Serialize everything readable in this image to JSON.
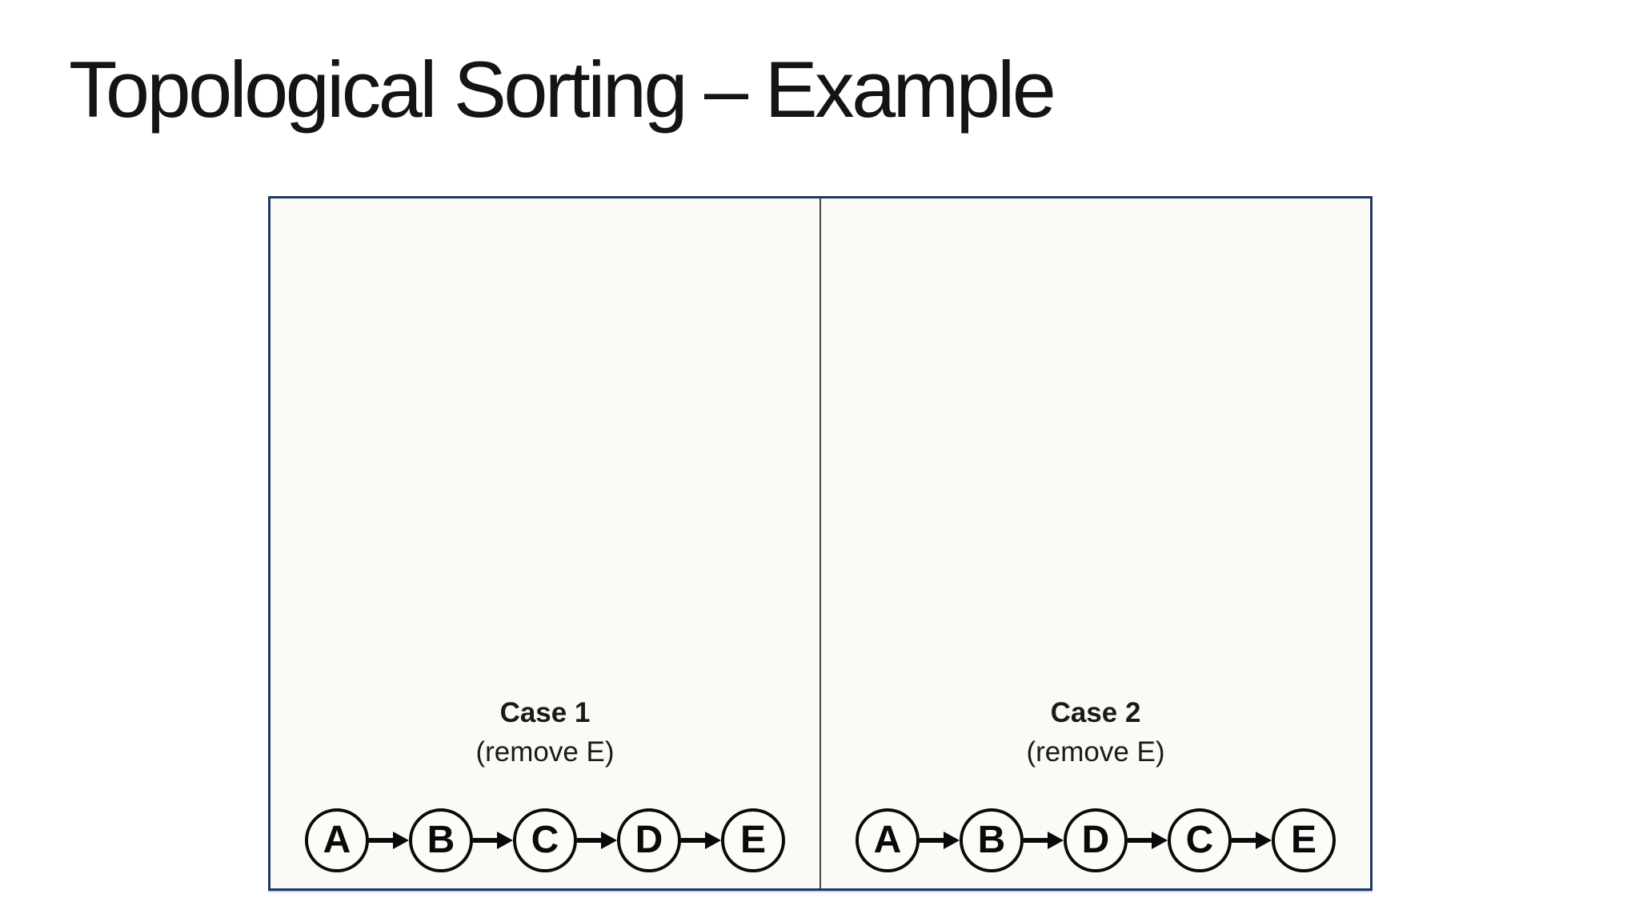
{
  "slide": {
    "title": "Topological Sorting – Example"
  },
  "panels": [
    {
      "name": "Case 1",
      "subtitle": "(remove E)",
      "nodes": [
        "A",
        "B",
        "C",
        "D",
        "E"
      ],
      "edges": [
        [
          "A",
          "B"
        ],
        [
          "B",
          "C"
        ],
        [
          "C",
          "D"
        ],
        [
          "D",
          "E"
        ]
      ]
    },
    {
      "name": "Case 2",
      "subtitle": "(remove E)",
      "nodes": [
        "A",
        "B",
        "D",
        "C",
        "E"
      ],
      "edges": [
        [
          "A",
          "B"
        ],
        [
          "B",
          "D"
        ],
        [
          "D",
          "C"
        ],
        [
          "C",
          "E"
        ]
      ]
    }
  ],
  "colors": {
    "panel_border": "#1f3864",
    "panel_divider": "#4a4a4a",
    "panel_fill": "#fbfaf6",
    "node_outline": "#0a0a0a",
    "arrow": "#0a0a0a",
    "text": "#1a1a1a",
    "title_text": "#141414",
    "page_background": "#ffffff"
  }
}
